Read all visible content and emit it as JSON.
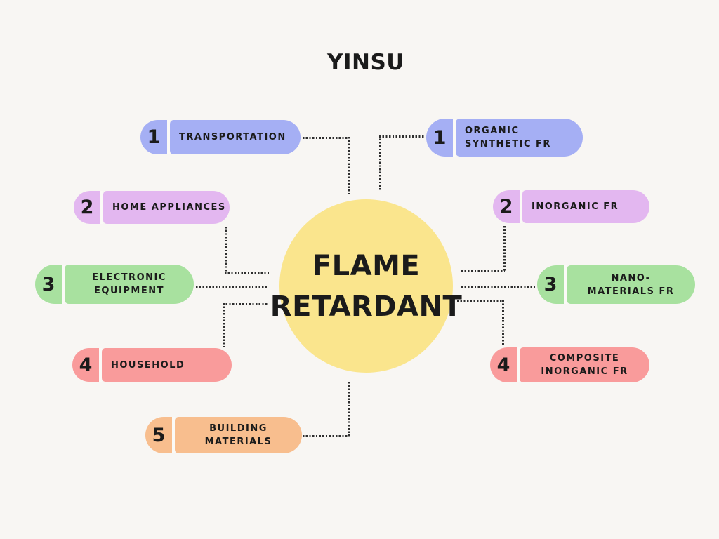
{
  "title": "YINSU",
  "center": {
    "lines": [
      "FLAME",
      "RETARDANT"
    ],
    "color": "#FAE58D"
  },
  "left_items": [
    {
      "number": "1",
      "lines": [
        "TRANSPORTATION"
      ],
      "color": "#A5AFF4"
    },
    {
      "number": "2",
      "lines": [
        "HOME APPLIANCES"
      ],
      "color": "#E3B7F0"
    },
    {
      "number": "3",
      "lines": [
        "ELECTRONIC",
        "EQUIPMENT"
      ],
      "color": "#A8E19F"
    },
    {
      "number": "4",
      "lines": [
        "HOUSEHOLD"
      ],
      "color": "#F99B9B"
    },
    {
      "number": "5",
      "lines": [
        "BUILDING",
        "MATERIALS"
      ],
      "color": "#F8BE8E"
    }
  ],
  "right_items": [
    {
      "number": "1",
      "lines": [
        "ORGANIC",
        "SYNTHETIC FR"
      ],
      "color": "#A5AFF4"
    },
    {
      "number": "2",
      "lines": [
        "INORGANIC FR"
      ],
      "color": "#E3B7F0"
    },
    {
      "number": "3",
      "lines": [
        "NANO-",
        "MATERIALS FR"
      ],
      "color": "#A8E19F"
    },
    {
      "number": "4",
      "lines": [
        "COMPOSITE",
        "INORGANIC FR"
      ],
      "color": "#F99B9B"
    }
  ],
  "colors": {
    "background": "#F8F6F3",
    "text": "#1B1B1B",
    "connector": "#2D2D2D",
    "divider": "#FBFAF7"
  }
}
